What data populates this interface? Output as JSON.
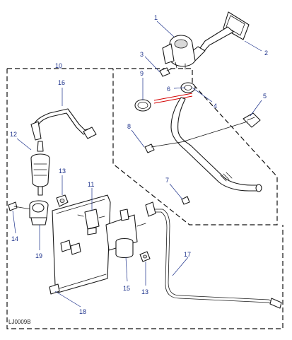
{
  "figure": {
    "reference": "LJ0009B",
    "callouts": [
      "1",
      "2",
      "3",
      "4",
      "5",
      "6",
      "7",
      "8",
      "9",
      "10",
      "11",
      "12",
      "13",
      "13",
      "14",
      "15",
      "16",
      "17",
      "18",
      "19"
    ]
  },
  "colors": {
    "callout": "#1a2f8a",
    "highlight_line": "#d40000",
    "line_art": "#1a1a1a"
  }
}
